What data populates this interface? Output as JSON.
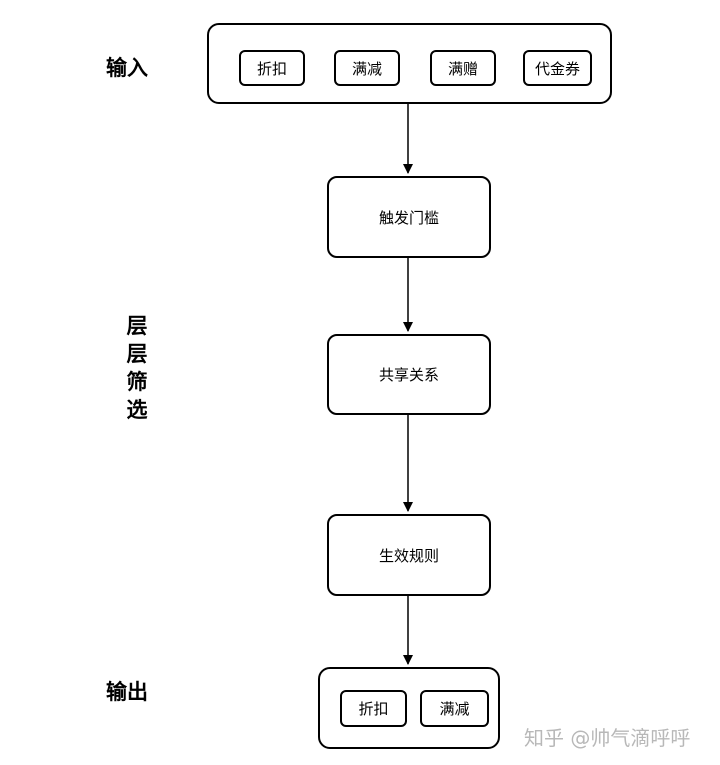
{
  "labels": {
    "input": "输入",
    "filter": "层层筛选",
    "output": "输出"
  },
  "input_items": [
    "折扣",
    "满减",
    "满赠",
    "代金券"
  ],
  "steps": [
    "触发门槛",
    "共享关系",
    "生效规则"
  ],
  "output_items": [
    "折扣",
    "满减"
  ],
  "watermark": "知乎 @帅气滴呼呼"
}
